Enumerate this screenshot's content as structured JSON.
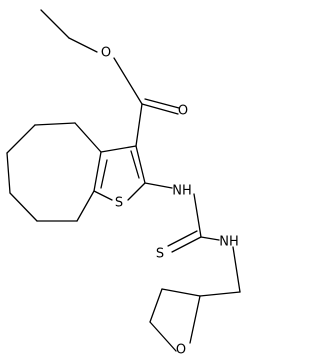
{
  "structure": {
    "atoms": {
      "o_carbonyl": "O",
      "o_ester": "O",
      "s_thiophene": "S",
      "nh_left": "NH",
      "nh_right": "NH",
      "s_thione": "S",
      "o_ring": "O"
    },
    "colors": {
      "bond": "#000000",
      "label": "#000000",
      "background": "#ffffff"
    }
  }
}
